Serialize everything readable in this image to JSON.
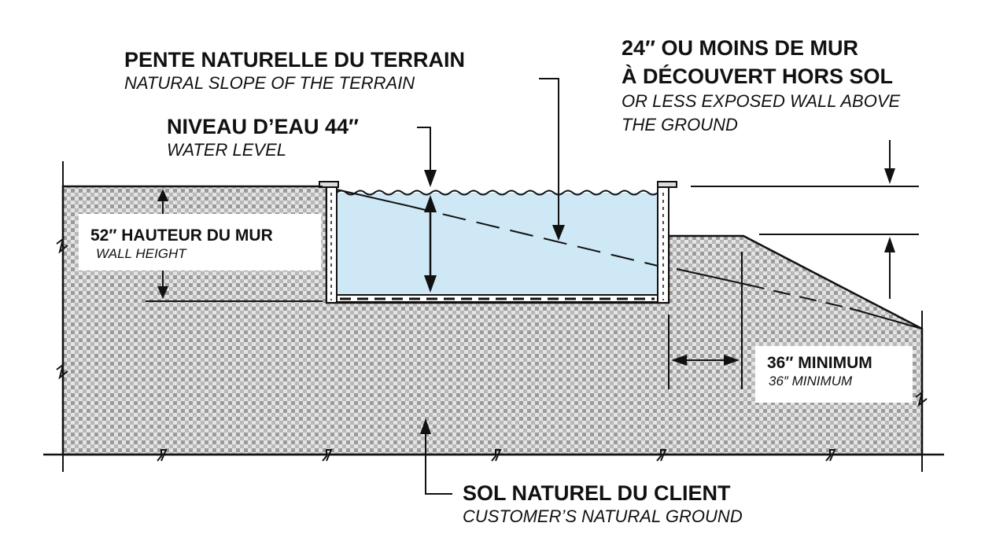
{
  "labels": {
    "slope": {
      "main": "PENTE NATURELLE DU TERRAIN",
      "sub": "NATURAL SLOPE OF THE TERRAIN"
    },
    "exposed": {
      "main1": "24″ OU MOINS DE MUR",
      "main2": "À DÉCOUVERT HORS SOL",
      "sub1": "OR LESS EXPOSED WALL ABOVE",
      "sub2": "THE GROUND"
    },
    "water": {
      "main": "NIVEAU D’EAU 44″",
      "sub": "WATER LEVEL"
    },
    "wall": {
      "main": "52″ HAUTEUR DU MUR",
      "sub": "WALL HEIGHT"
    },
    "minimum": {
      "main": "36″ MINIMUM",
      "sub": "36″ MINIMUM"
    },
    "ground": {
      "main": "SOL NATUREL DU CLIENT",
      "sub": "CUSTOMER’S NATURAL GROUND"
    }
  },
  "colors": {
    "water": "#cfe8f6",
    "soil": "#d4d4d4",
    "line": "#111111"
  }
}
